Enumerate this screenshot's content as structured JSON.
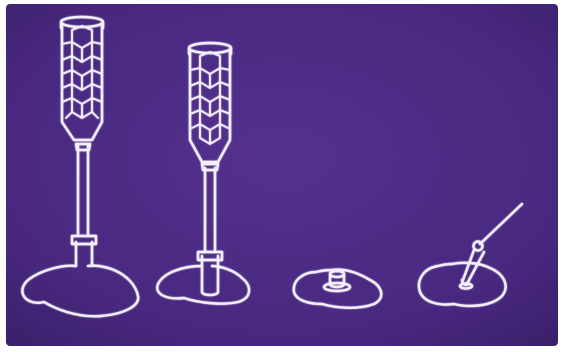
{
  "image": {
    "background_color": "#4b2a86",
    "line_color": "#f3eefb"
  },
  "figures": [
    {
      "name": "tall-column-on-puddle"
    },
    {
      "name": "medium-column-on-puddle"
    },
    {
      "name": "small-stump-on-puddle"
    },
    {
      "name": "probe-in-puddle"
    }
  ]
}
